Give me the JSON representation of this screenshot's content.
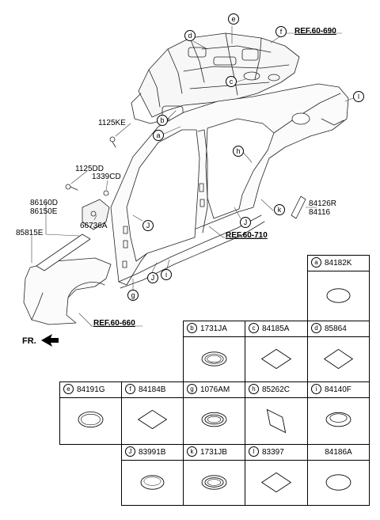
{
  "callouts": {
    "a": "a",
    "b": "b",
    "c": "c",
    "d": "d",
    "e": "e",
    "f": "f",
    "g": "g",
    "h": "h",
    "i": "i",
    "j": "J",
    "k": "k",
    "l": "l"
  },
  "labels": {
    "p1125KE": "1125KE",
    "p1125DD": "1125DD",
    "p1339CD": "1339CD",
    "p86160D": "86160D",
    "p86150E": "86150E",
    "p85815E": "85815E",
    "p66736A": "66736A",
    "p84126R": "84126R",
    "p84116": "84116"
  },
  "refs": {
    "ref_690": "REF.60-690",
    "ref_710": "REF.60-710",
    "ref_660": "REF.60-660"
  },
  "front_marker": "FR.",
  "parts_table": {
    "a": {
      "key": "a",
      "part": "84182K"
    },
    "b": {
      "key": "b",
      "part": "1731JA"
    },
    "c": {
      "key": "c",
      "part": "84185A"
    },
    "d": {
      "key": "d",
      "part": "85864"
    },
    "e": {
      "key": "e",
      "part": "84191G"
    },
    "f": {
      "key": "f",
      "part": "84184B"
    },
    "g": {
      "key": "g",
      "part": "1076AM"
    },
    "h": {
      "key": "h",
      "part": "85262C"
    },
    "i": {
      "key": "i",
      "part": "84140F"
    },
    "j": {
      "key": "J",
      "part": "83991B"
    },
    "k": {
      "key": "k",
      "part": "1731JB"
    },
    "l": {
      "key": "l",
      "part": "83397"
    },
    "m": {
      "part": "84186A"
    }
  },
  "icons": {
    "a": "oval-plug-icon",
    "b": "ring-grommet-icon",
    "c": "diamond-pad-icon",
    "d": "diamond-pad-icon",
    "e": "oval-grommet-icon",
    "f": "diamond-pad-icon",
    "g": "ring-grommet-icon",
    "h": "square-pad-icon",
    "i": "cup-plug-icon",
    "j": "oval-plug-icon",
    "k": "ring-grommet-icon",
    "l": "diamond-pad-icon",
    "m": "oval-plug-icon"
  }
}
